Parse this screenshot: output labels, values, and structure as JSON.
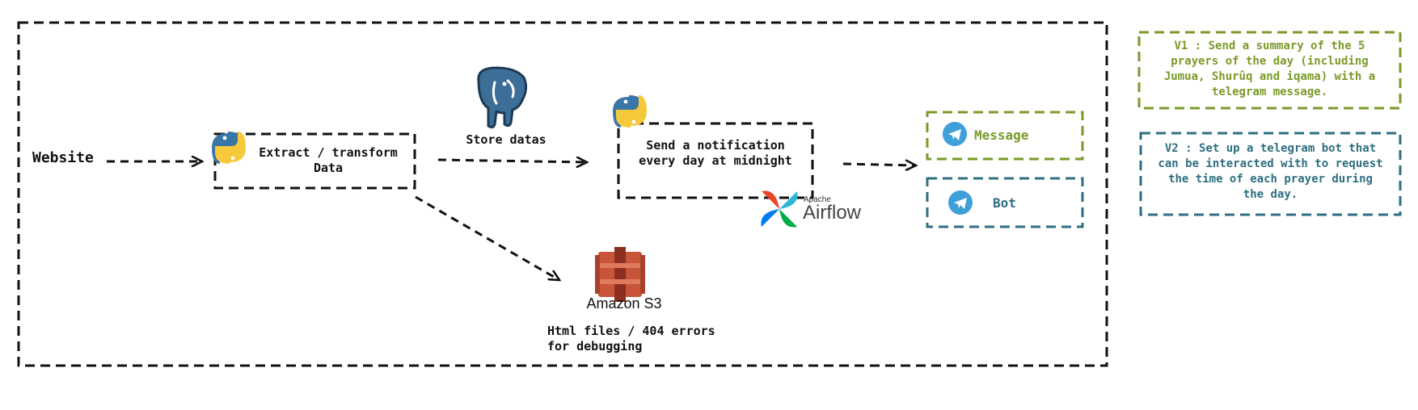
{
  "nodes": {
    "website": "Website",
    "extract_line1": "Extract / transform",
    "extract_line2": "Data",
    "store": "Store datas",
    "notify_line1": "Send a notification",
    "notify_line2": "every day at midnight",
    "message": "Message",
    "bot": "Bot",
    "s3_label": "Amazon S3",
    "s3_note_line1": "Html files / 404 errors",
    "s3_note_line2": "for debugging",
    "airflow_small": "Apache",
    "airflow_big": "Airflow"
  },
  "versions": {
    "v1_lines": [
      "V1 : Send a summary of the 5",
      "prayers of the day (including",
      "Jumua, Shurûq and iqama) with a",
      "telegram message."
    ],
    "v2_lines": [
      "V2 : Set up a telegram bot that",
      "can be interacted with to request",
      "the time of each prayer during",
      "the day."
    ]
  },
  "icons": [
    "python-icon",
    "postgresql-elephant-icon",
    "telegram-icon",
    "amazon-s3-icon",
    "apache-airflow-icon"
  ],
  "colors": {
    "v1_green": "#7a9a2a",
    "v2_teal": "#2e6f80",
    "telegram_blue": "#3fa0d9",
    "s3_orange": "#c8553a",
    "python_blue": "#3a75a8",
    "python_yellow": "#f5c93a",
    "postgres_blue": "#3d6e98"
  }
}
